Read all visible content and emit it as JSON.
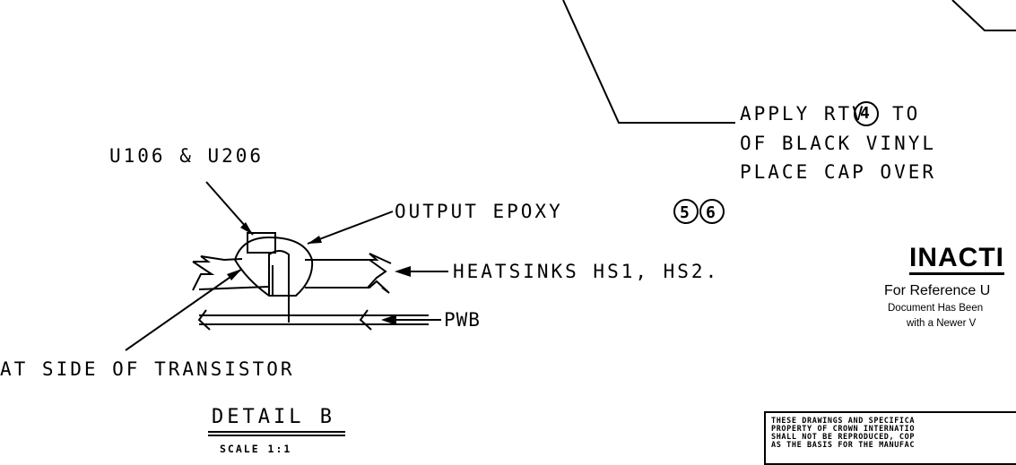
{
  "callouts": {
    "apply_line1": "APPLY RTV",
    "apply_circle": "4",
    "apply_line1_end": "TO",
    "apply_line2": "OF BLACK VINYL",
    "apply_line3": "PLACE CAP OVER",
    "part_ref": "U106 & U206",
    "output_epoxy": "OUTPUT EPOXY",
    "epoxy_circle_a": "5",
    "epoxy_circle_b": "6",
    "heatsinks": "HEATSINKS HS1, HS2.",
    "pwb": "PWB",
    "flat_side": "AT SIDE OF TRANSISTOR"
  },
  "detail": {
    "title": "DETAIL B",
    "scale": "SCALE 1:1"
  },
  "stamp": {
    "title": "INACTI",
    "line1": "For Reference U",
    "line2": "Document Has Been",
    "line3": "with a Newer V"
  },
  "legal_note": {
    "line1": "THESE DRAWINGS AND SPECIFICA",
    "line2": "PROPERTY OF CROWN INTERNATIO",
    "line3": "SHALL NOT BE REPRODUCED, COP",
    "line4": "AS THE BASIS FOR THE MANUFAC"
  }
}
